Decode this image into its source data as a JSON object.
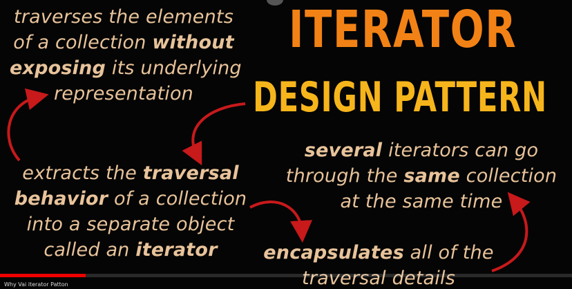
{
  "slide": {
    "title_line1": "ITERATOR",
    "title_line2": "DESIGN PATTERN",
    "p1": {
      "l1": "traverses the elements",
      "l2a": "of a collection ",
      "l2b": "without",
      "l3a": "exposing",
      "l3b": " its underlying",
      "l4": "representation"
    },
    "p2": {
      "l1a": "extracts the ",
      "l1b": "traversal",
      "l2a": "behavior",
      "l2b": " of a collection",
      "l3": "into a separate object",
      "l4a": "called an ",
      "l4b": "iterator"
    },
    "p3": {
      "l1a": "several",
      "l1b": " iterators can go",
      "l2a": "through the ",
      "l2b": "same",
      "l2c": " collection",
      "l3": "at the same time"
    },
    "p4": {
      "l1a": "encapsulates",
      "l1b": " all of the",
      "l2": "traversal details"
    }
  },
  "player": {
    "footer_text": "Why Vai iterator Patton",
    "progress": 0.15
  },
  "colors": {
    "title1": "#f28216",
    "title2": "#f7b51c",
    "text": "#e8c39a",
    "arrow": "#c8191b",
    "progress": "#ee0000"
  }
}
